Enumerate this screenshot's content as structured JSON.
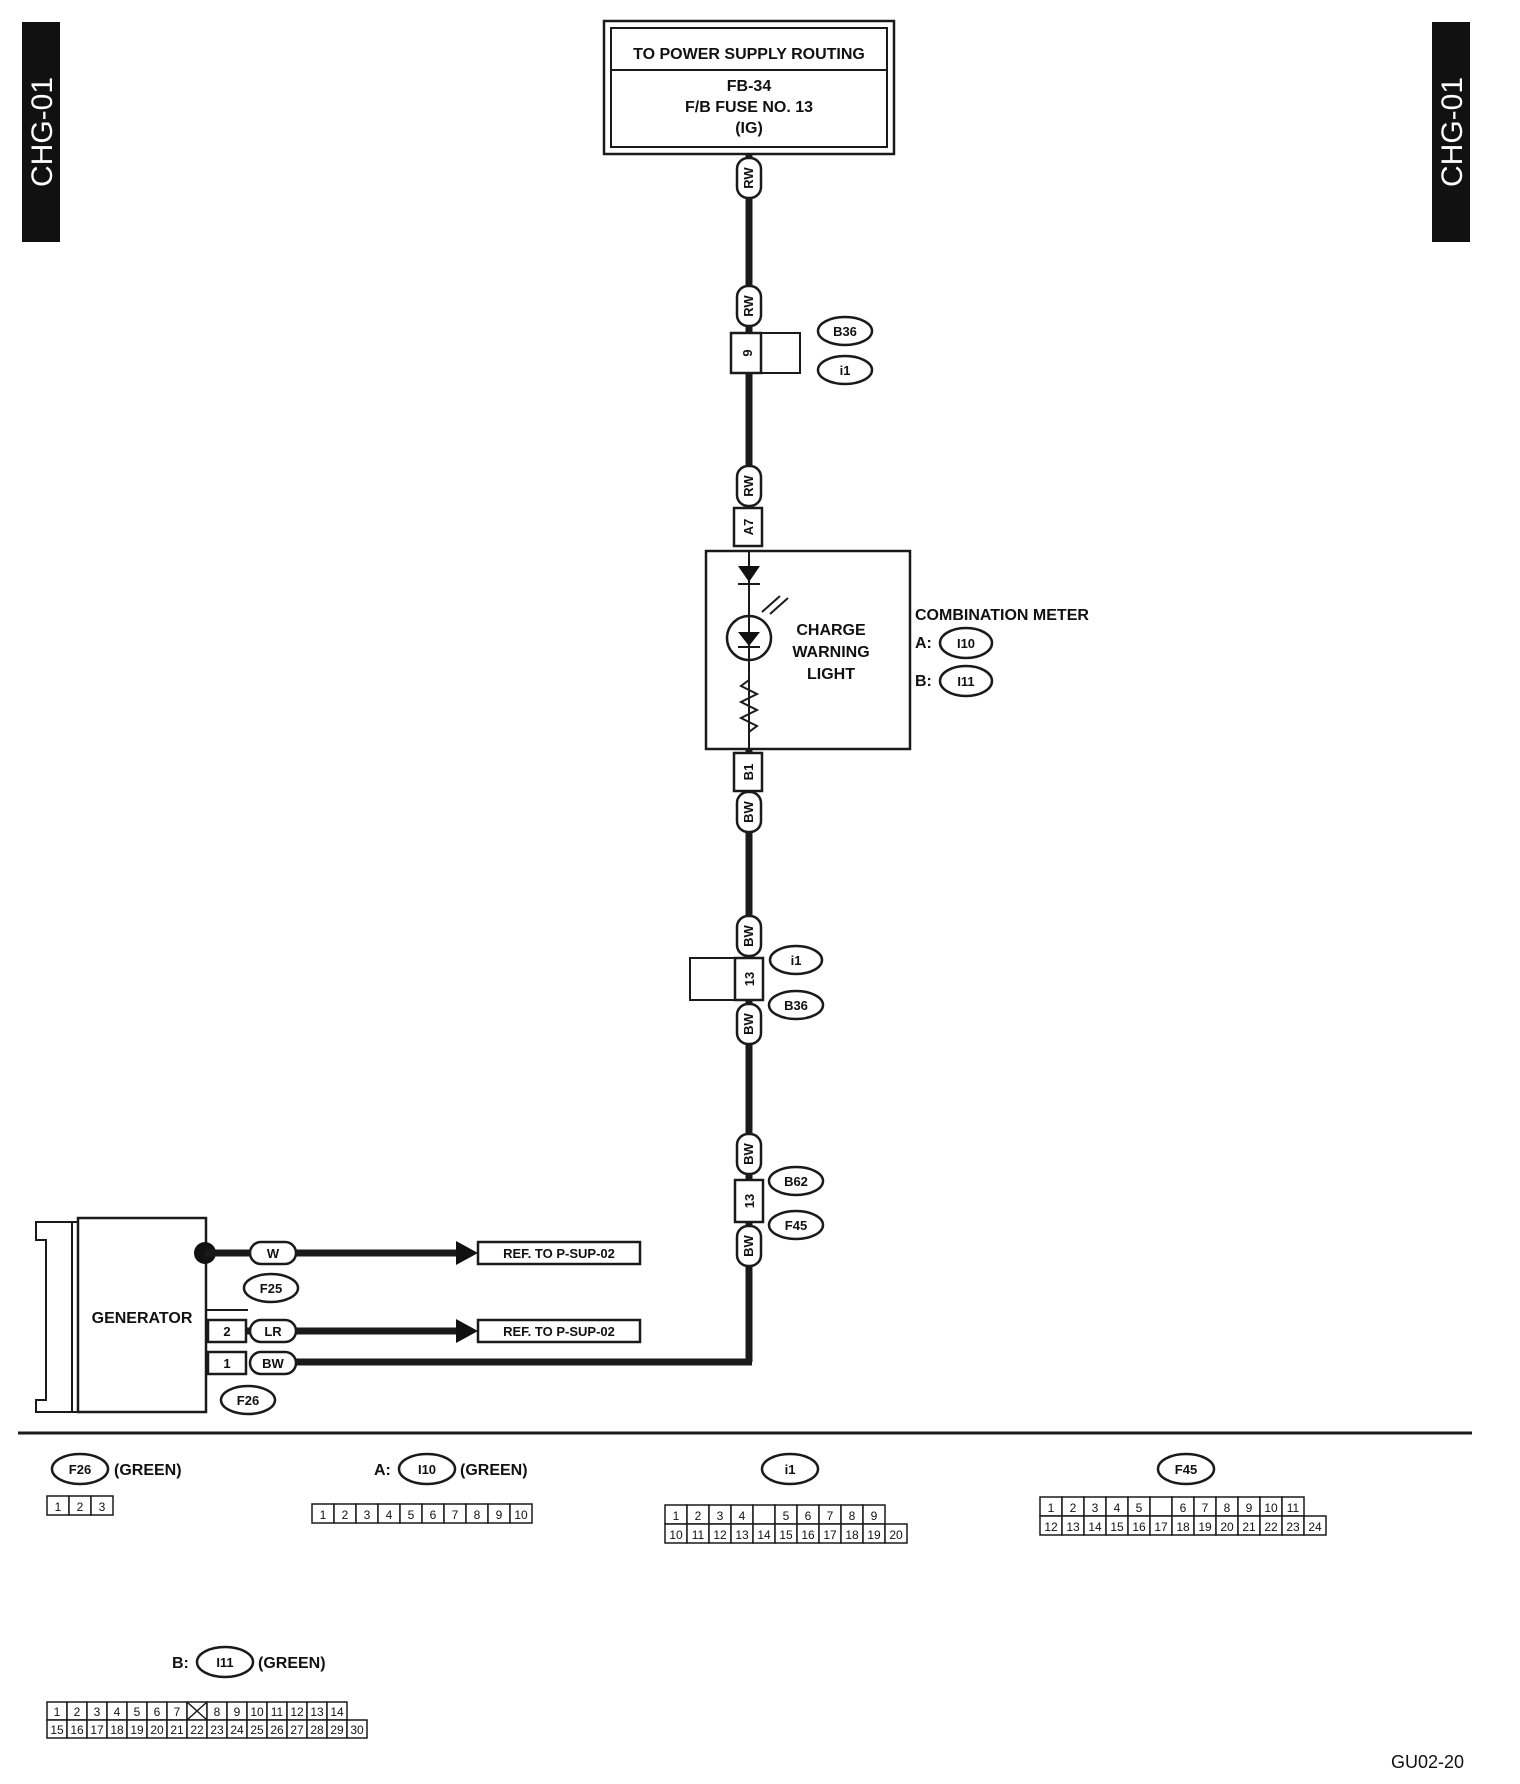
{
  "side_tabs": {
    "left": "CHG-01",
    "right": "CHG-01"
  },
  "power_box": {
    "header": "TO POWER SUPPLY ROUTING",
    "line1": "FB-34",
    "line2": "F/B FUSE NO. 13",
    "line3": "(IG)"
  },
  "wire_labels": {
    "rw1": "RW",
    "rw2": "RW",
    "rw3": "RW",
    "bw1": "BW",
    "bw2": "BW",
    "bw3": "BW",
    "bw4": "BW",
    "bw5": "BW",
    "w": "W",
    "lr": "LR",
    "bw_gen": "BW"
  },
  "pins": {
    "b36_top": "9",
    "a7": "A7",
    "b1": "B1",
    "b36_bottom": "13",
    "b62": "13",
    "gen2": "2",
    "gen1": "1"
  },
  "connector_refs": {
    "b36_top": "B36",
    "i1_top": "i1",
    "i1_mid": "i1",
    "b36_mid": "B36",
    "b62": "B62",
    "f45": "F45",
    "f25": "F25",
    "f26": "F26"
  },
  "meter": {
    "lamp_line1": "CHARGE",
    "lamp_line2": "WARNING",
    "lamp_line3": "LIGHT",
    "title": "COMBINATION METER",
    "a_label": "A:",
    "a_conn": "I10",
    "b_label": "B:",
    "b_conn": "I11"
  },
  "generator": {
    "label": "GENERATOR"
  },
  "refs": {
    "ref1": "REF. TO P-SUP-02",
    "ref2": "REF. TO P-SUP-02"
  },
  "legend": {
    "f26": {
      "name": "F26",
      "color": "(GREEN)",
      "pins": [
        "1",
        "2",
        "3"
      ]
    },
    "i10": {
      "prefix": "A:",
      "name": "I10",
      "color": "(GREEN)",
      "pins": [
        "1",
        "2",
        "3",
        "4",
        "5",
        "6",
        "7",
        "8",
        "9",
        "10"
      ]
    },
    "i1": {
      "name": "i1",
      "row1": [
        "1",
        "2",
        "3",
        "4",
        "",
        "5",
        "6",
        "7",
        "8",
        "9"
      ],
      "row2": [
        "10",
        "11",
        "12",
        "13",
        "14",
        "15",
        "16",
        "17",
        "18",
        "19",
        "20"
      ]
    },
    "f45": {
      "name": "F45",
      "row1": [
        "1",
        "2",
        "3",
        "4",
        "5",
        "",
        "6",
        "7",
        "8",
        "9",
        "10",
        "11"
      ],
      "row2": [
        "12",
        "13",
        "14",
        "15",
        "16",
        "17",
        "18",
        "19",
        "20",
        "21",
        "22",
        "23",
        "24"
      ]
    },
    "i11": {
      "prefix": "B:",
      "name": "I11",
      "color": "(GREEN)",
      "row1": [
        "1",
        "2",
        "3",
        "4",
        "5",
        "6",
        "7",
        "X",
        "8",
        "9",
        "10",
        "11",
        "12",
        "13",
        "14"
      ],
      "row2": [
        "15",
        "16",
        "17",
        "18",
        "19",
        "20",
        "21",
        "22",
        "23",
        "24",
        "25",
        "26",
        "27",
        "28",
        "29",
        "30"
      ]
    }
  },
  "figure_code": "GU02-20"
}
